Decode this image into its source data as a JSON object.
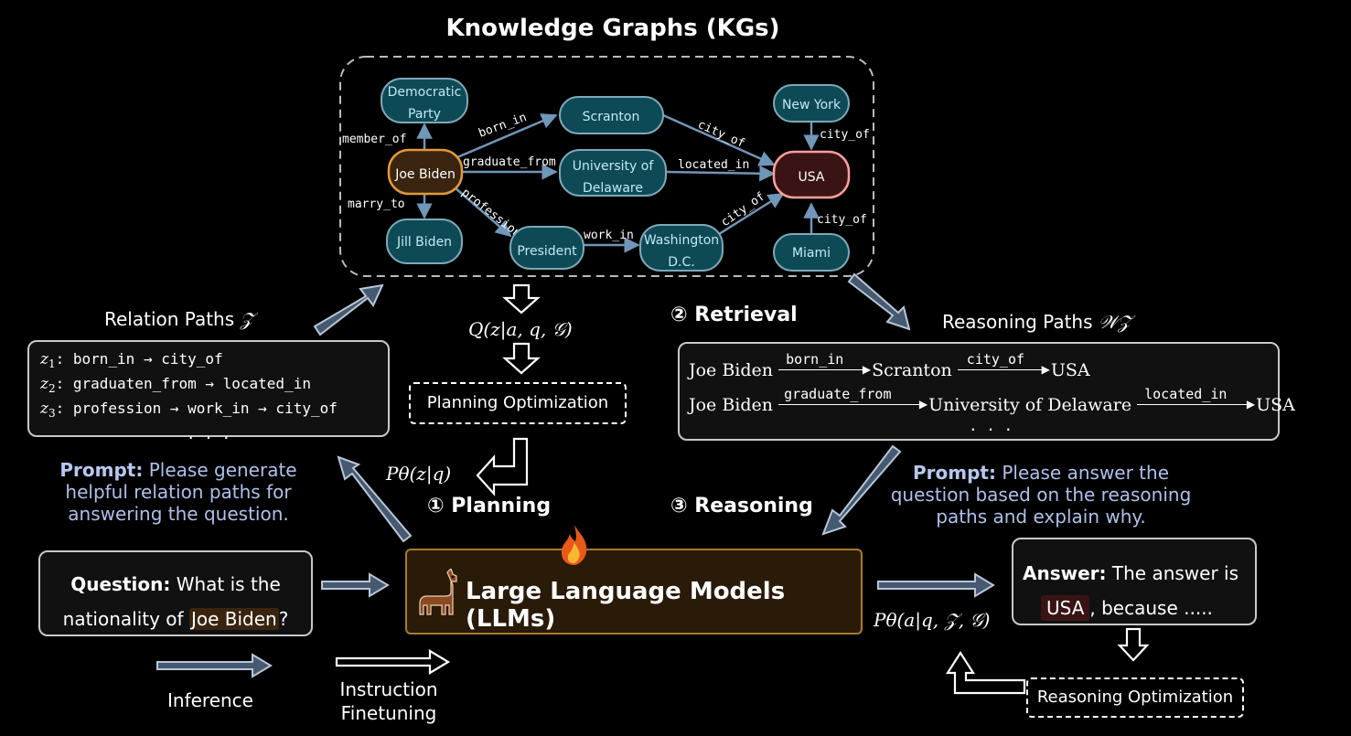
{
  "title": "Knowledge Graphs (KGs)",
  "kg": {
    "nodes": {
      "democratic_party": [
        "Democratic",
        "Party"
      ],
      "joe_biden": "Joe Biden",
      "jill_biden": "Jill Biden",
      "scranton": "Scranton",
      "university": [
        "University of",
        "Delaware"
      ],
      "president": "President",
      "washington": [
        "Washington",
        "D.C."
      ],
      "new_york": "New York",
      "usa": "USA",
      "miami": "Miami"
    },
    "edges": {
      "member_of": "member_of",
      "born_in": "born_in",
      "graduate_from": "graduate_from",
      "profession": "profession",
      "marry_to": "marry_to",
      "city_of_scranton": "city_of",
      "located_in": "located_in",
      "work_in": "work_in",
      "city_of_washington": "city_of",
      "city_of_newyork": "city_of",
      "city_of_miami": "city_of"
    }
  },
  "relation_paths": {
    "title": "Relation Paths",
    "symbol": "𝒵",
    "items": [
      {
        "var": "z",
        "sub": "1",
        "path": ": born_in → city_of"
      },
      {
        "var": "z",
        "sub": "2",
        "path": ": graduaten_from → located_in"
      },
      {
        "var": "z",
        "sub": "3",
        "path": ": profession → work_in → city_of"
      }
    ],
    "ellipsis": ". . ."
  },
  "q_formula": "Q(z|a, q, 𝒢)",
  "planning_optimization": "Planning Optimization",
  "p_theta_z": "Pθ(z|q)",
  "planning_label": "① Planning",
  "retrieval_label": "② Retrieval",
  "reasoning_label": "③ Reasoning",
  "reasoning_paths": {
    "title": "Reasoning Paths",
    "symbol": "𝒲𝒵",
    "row1": {
      "start": "Joe Biden",
      "r1": "born_in",
      "mid": "Scranton",
      "r2": "city_of",
      "end": "USA"
    },
    "row2": {
      "start": "Joe Biden",
      "r1": "graduate_from",
      "mid": "University of Delaware",
      "r2": "located_in",
      "end": "USA"
    },
    "ellipsis": ". . ."
  },
  "prompt_left": {
    "label": "Prompt:",
    "lines": [
      "Please generate",
      "helpful relation paths for",
      "answering the question."
    ]
  },
  "prompt_right": {
    "label": "Prompt:",
    "lines": [
      "Please answer the",
      "question based on the reasoning",
      "paths and explain why."
    ]
  },
  "question": {
    "label": "Question:",
    "text1": "What is the",
    "text2": "nationality of",
    "entity": "Joe Biden",
    "end": "?"
  },
  "llm": {
    "label": "Large Language Models (LLMs)"
  },
  "answer": {
    "label": "Answer:",
    "text1": "The answer is",
    "entity": "USA",
    "text2": ", because ....."
  },
  "p_theta_a": "Pθ(a|q, 𝒵, 𝒢)",
  "reasoning_optimization": "Reasoning Optimization",
  "legend": {
    "inference": "Inference",
    "instruction": [
      "Instruction",
      "Finetuning"
    ]
  },
  "colors": {
    "node_fill": "#0e4a55",
    "node_stroke": "#7fa8b8",
    "edge": "#7096b8",
    "joe_fill": "#3a2410",
    "joe_stroke": "#e39a35",
    "usa_fill": "#3a1414",
    "usa_stroke": "#ff9e9e",
    "llm_border": "#a67a2a",
    "arrow_fill": "#455a70",
    "arrow_stroke": "#b8c6d8"
  }
}
